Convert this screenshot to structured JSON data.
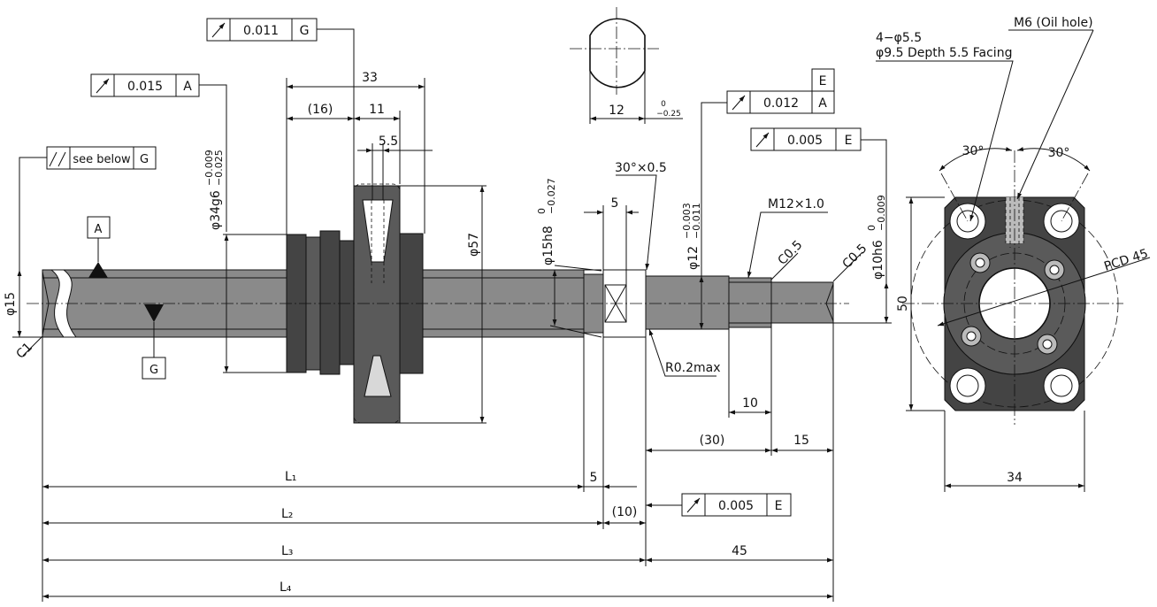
{
  "tolerance_frames": {
    "f1": {
      "value": "0.011",
      "datum": "G"
    },
    "f2": {
      "value": "0.015",
      "datum": "A"
    },
    "f3": {
      "value": "see below",
      "datum": "G"
    },
    "f4": {
      "value": "0.012",
      "datum1": "E",
      "datum2": "A"
    },
    "f5": {
      "value": "0.005",
      "datum": "E"
    },
    "f6": {
      "value": "0.005",
      "datum": "E"
    }
  },
  "datums": {
    "a": "A",
    "g": "G"
  },
  "dims": {
    "d33": "33",
    "d16": "(16)",
    "d11": "11",
    "d5_5": "5.5",
    "d12": "12",
    "d12_up": "0",
    "d12_lo": "−0.25",
    "d34g6": "φ34g6",
    "d34g6_up": "−0.009",
    "d34g6_lo": "−0.025",
    "d57": "φ57",
    "d15": "φ15",
    "c1": "C1",
    "d15h8": "φ15h8",
    "d15h8_up": "0",
    "d15h8_lo": "−0.027",
    "d5a": "5",
    "chamfer30": "30°×0.5",
    "d12s": "φ12",
    "d12s_up": "−0.003",
    "d12s_lo": "−0.011",
    "m12": "M12×1.0",
    "c05a": "C0.5",
    "c05b": "C0.5",
    "d10h6": "φ10h6",
    "d10h6_up": "0",
    "d10h6_lo": "−0.009",
    "r02": "R0.2max",
    "d10": "10",
    "d30": "(30)",
    "d15b": "15",
    "d5b": "5",
    "d10p": "(10)",
    "d45": "45",
    "l1": "L₁",
    "l2": "L₂",
    "l3": "L₃",
    "l4": "L₄"
  },
  "flange": {
    "holes": "4−φ5.5",
    "facing": "φ9.5 Depth 5.5 Facing",
    "oil": "M6 (Oil hole)",
    "angle_left": "30°",
    "angle_right": "30°",
    "pcd": "PCD 45",
    "height": "50",
    "width": "34"
  }
}
